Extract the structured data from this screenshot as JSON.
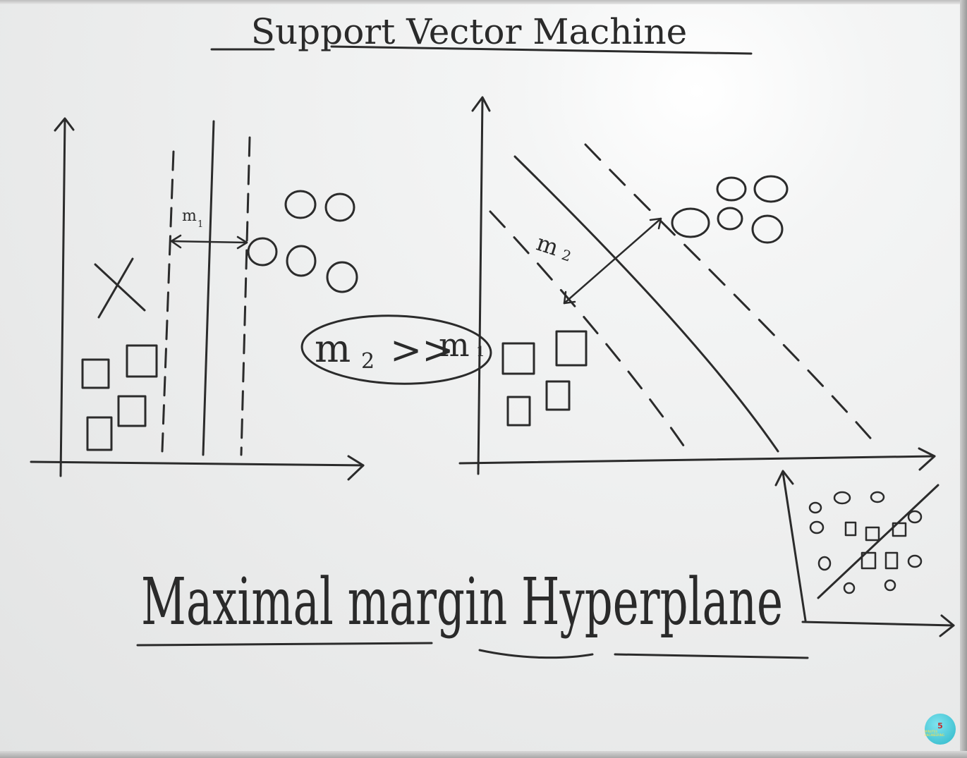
{
  "title": "Support Vector Machine",
  "bottom_caption": "Maximal margin Hyperplane",
  "left_plot": {
    "margin_label": "m",
    "margin_sub": "1"
  },
  "right_plot": {
    "margin_label": "m",
    "margin_sub": "2"
  },
  "comparison": {
    "lhs": "m",
    "lhs_sub": "2",
    "op": ">>",
    "rhs": "m",
    "rhs_sub": "1"
  },
  "logo": {
    "number": "5",
    "text": "MINUTES ENGINEERING"
  },
  "colors": {
    "ink": "#2b2b2b",
    "board": "#eceded",
    "logo": "#2bb7c9"
  }
}
